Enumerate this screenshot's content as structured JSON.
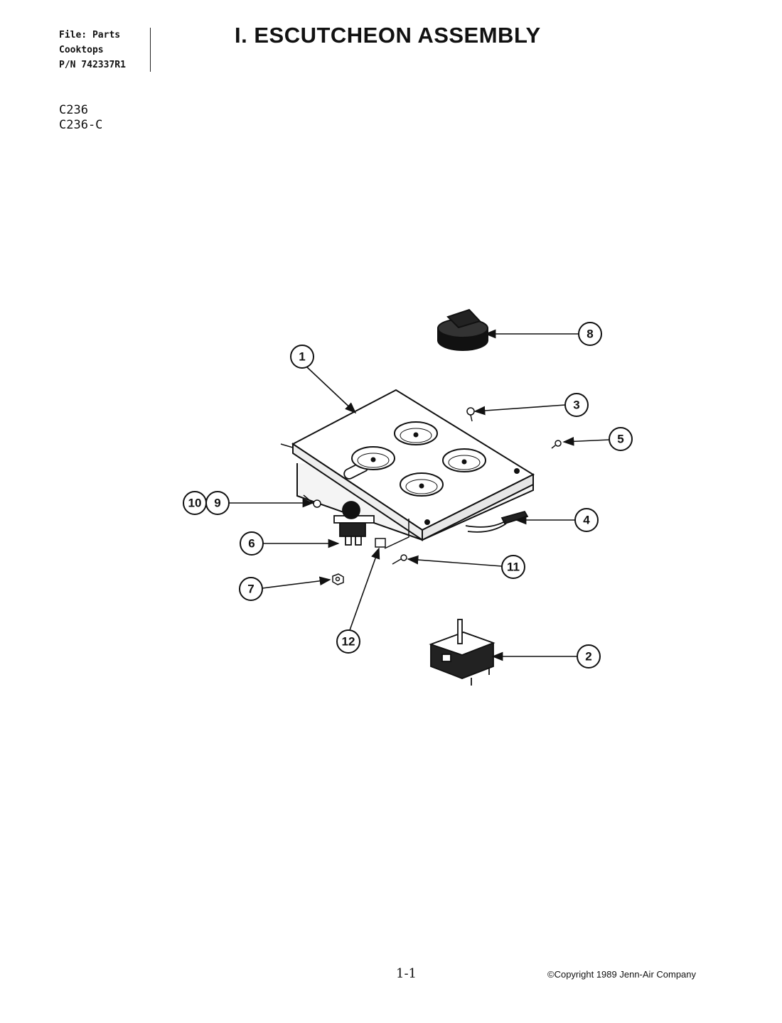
{
  "header": {
    "file_lines": [
      "File: Parts",
      "Cooktops",
      "P/N 742337R1"
    ],
    "title": "I. ESCUTCHEON ASSEMBLY"
  },
  "models": [
    "C236",
    "C236-C"
  ],
  "callouts": {
    "c1": "1",
    "c2": "2",
    "c3": "3",
    "c4": "4",
    "c5": "5",
    "c6": "6",
    "c7": "7",
    "c8": "8",
    "c9": "9",
    "c10": "10",
    "c11": "11",
    "c12": "12"
  },
  "footer": {
    "page_number": "1-1",
    "copyright": "©Copyright 1989 Jenn-Air Company"
  }
}
